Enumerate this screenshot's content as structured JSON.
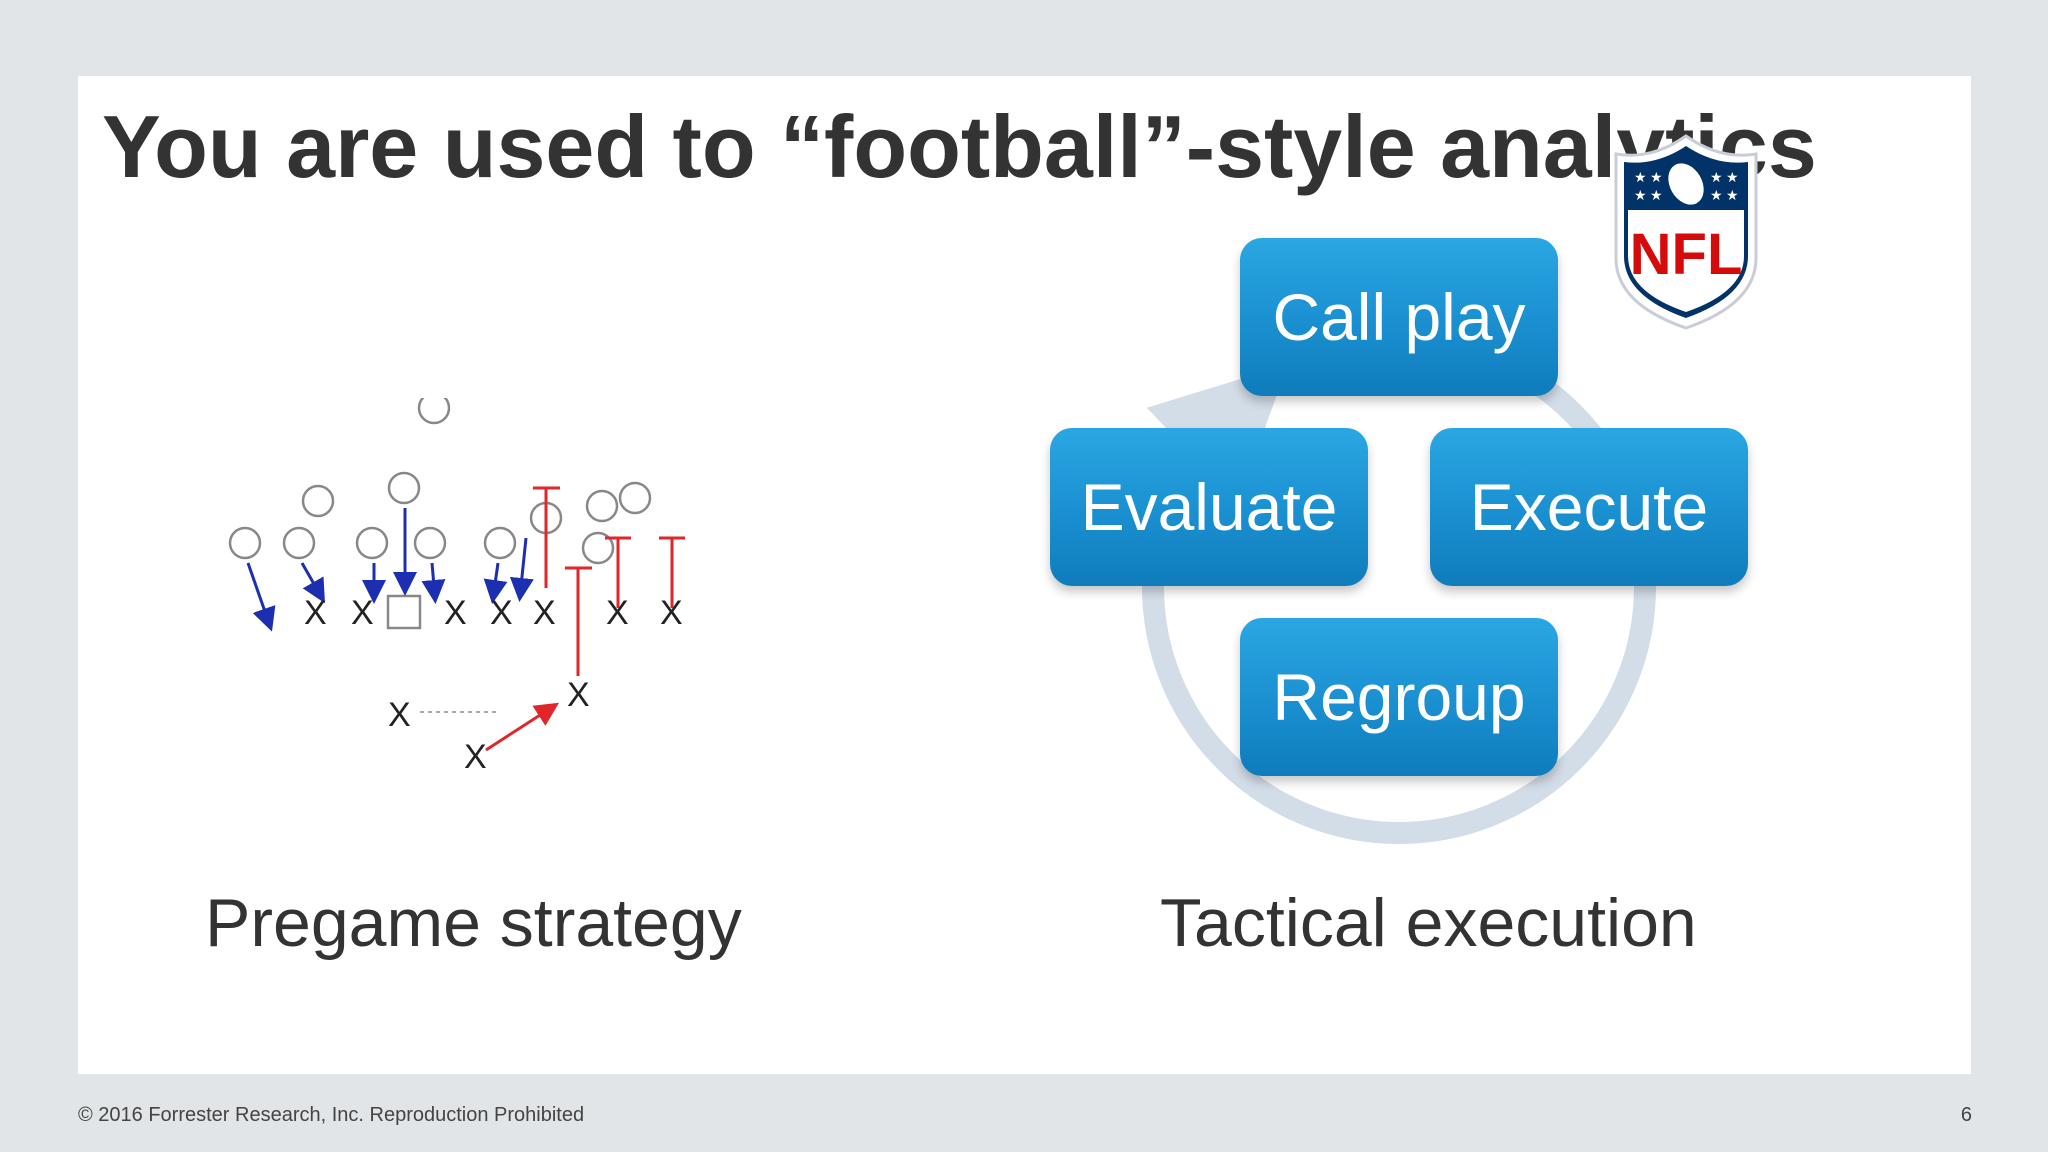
{
  "slide": {
    "title": "You are used to “football”-style analytics",
    "left_caption": "Pregame strategy",
    "right_caption": "Tactical execution"
  },
  "cycle": {
    "steps": [
      "Call play",
      "Evaluate",
      "Execute",
      "Regroup"
    ],
    "box_color": "#1a8fd0",
    "arrow_color": "#d3dde8"
  },
  "logo": {
    "text": "NFL",
    "icon": "nfl-shield-icon"
  },
  "play_diagram": {
    "icon": "football-play-diagram",
    "marker": "X",
    "colors": {
      "defense": "#1c2fb0",
      "route": "#e0262a",
      "player": "#888888"
    }
  },
  "footer": {
    "copyright": "© 2016 Forrester Research, Inc. Reproduction Prohibited",
    "page_number": "6"
  }
}
